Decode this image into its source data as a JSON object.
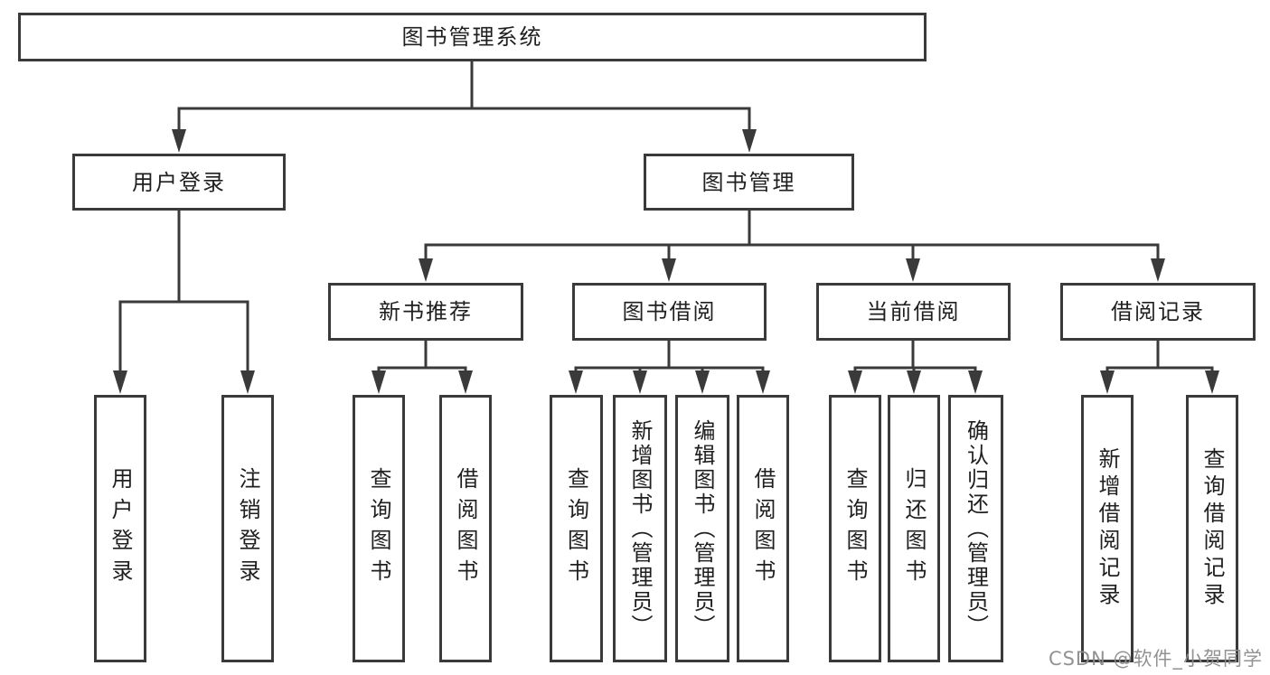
{
  "tree": {
    "root": {
      "label": "图书管理系统"
    },
    "children": [
      {
        "label": "用户登录",
        "children": [
          "用户登录",
          "注销登录"
        ]
      },
      {
        "label": "图书管理",
        "children": [
          {
            "label": "新书推荐",
            "children": [
              "查询图书",
              "借阅图书"
            ]
          },
          {
            "label": "图书借阅",
            "children": [
              "查询图书",
              "新增图书（管理员）",
              "编辑图书（管理员）",
              "借阅图书"
            ]
          },
          {
            "label": "当前借阅",
            "children": [
              "查询图书",
              "归还图书",
              "确认归还（管理员）"
            ]
          },
          {
            "label": "借阅记录",
            "children": [
              "新增借阅记录",
              "查询借阅记录"
            ]
          }
        ]
      }
    ]
  },
  "watermark": {
    "text": "CSDN @软件_小贺同学"
  },
  "style": {
    "line_color": "#3a3a3a",
    "background": "#ffffff"
  }
}
